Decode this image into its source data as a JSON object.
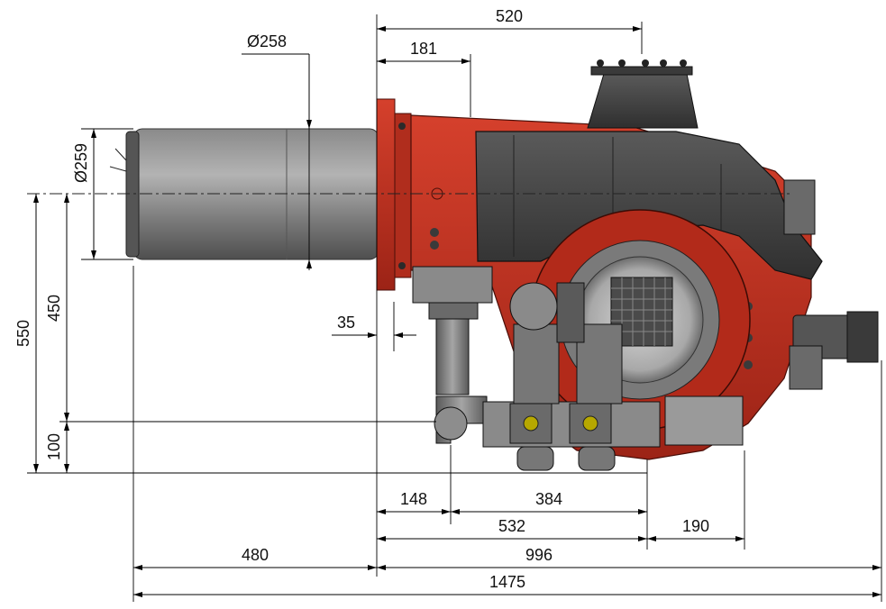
{
  "drawing": {
    "colors": {
      "background": "#ffffff",
      "body_red": "#c0301f",
      "red_dark": "#8f1f15",
      "steel_grey": "#6b6b6b",
      "steel_light": "#9a9a9a",
      "dark_grey": "#3c3c3c",
      "line": "#000000"
    },
    "dimensions": {
      "d_258": "Ø258",
      "d_259": "Ø259",
      "top_520": "520",
      "top_181": "181",
      "left_550": "550",
      "left_450": "450",
      "left_100": "100",
      "mid_35": "35",
      "b_148": "148",
      "b_384": "384",
      "b_532": "532",
      "b_190": "190",
      "b_480": "480",
      "b_996": "996",
      "b_1475": "1475"
    }
  }
}
